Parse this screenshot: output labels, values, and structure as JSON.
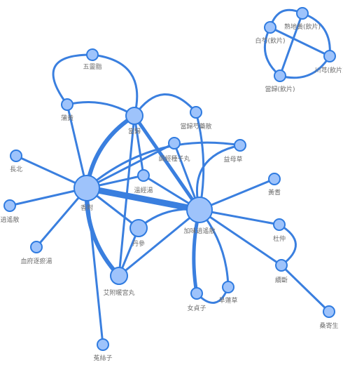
{
  "colors": {
    "edge": "#3a7fdf",
    "node_fill": "#9ec3fb",
    "node_stroke": "#2f7be0",
    "label": "#6e6e6e"
  },
  "nodes": [
    {
      "id": "wulingzhi",
      "label": "五靈脂",
      "size": "small"
    },
    {
      "id": "puhuang",
      "label": "蒲黃",
      "size": "small"
    },
    {
      "id": "danggui",
      "label": "當歸",
      "size": "medium"
    },
    {
      "id": "danggui_shaoyao",
      "label": "當歸芍藥散",
      "size": "small"
    },
    {
      "id": "yunshi",
      "label": "調經種子丸",
      "size": "small"
    },
    {
      "id": "yimucao",
      "label": "益母草",
      "size": "small"
    },
    {
      "id": "changbai",
      "label": "長北",
      "size": "small"
    },
    {
      "id": "wentang",
      "label": "溫經湯",
      "size": "small"
    },
    {
      "id": "xiangfu",
      "label": "香附",
      "size": "large"
    },
    {
      "id": "huangqi",
      "label": "黃耆",
      "size": "small"
    },
    {
      "id": "xiaoyao",
      "label": "逍遙散",
      "size": "small"
    },
    {
      "id": "jiawei",
      "label": "加味逍遙散",
      "size": "large"
    },
    {
      "id": "danshen",
      "label": "丹參",
      "size": "medium"
    },
    {
      "id": "duzhong",
      "label": "杜仲",
      "size": "small"
    },
    {
      "id": "xuefu",
      "label": "血府逐瘀湯",
      "size": "small"
    },
    {
      "id": "xuduan",
      "label": "續斷",
      "size": "small"
    },
    {
      "id": "ainfu",
      "label": "艾附暖宮丸",
      "size": "medium"
    },
    {
      "id": "nvzhenzi",
      "label": "女貞子",
      "size": "small"
    },
    {
      "id": "hanliancao",
      "label": "旱蓮草",
      "size": "small"
    },
    {
      "id": "sangjisheng",
      "label": "桑寄生",
      "size": "small"
    },
    {
      "id": "tusizi",
      "label": "菟絲子",
      "size": "small"
    },
    {
      "id": "shudi",
      "label": "熟地黃(飲片)",
      "size": "small"
    },
    {
      "id": "baishao",
      "label": "白芍(飲片)",
      "size": "small"
    },
    {
      "id": "chuanxiong",
      "label": "川芎(飲片)",
      "size": "small"
    },
    {
      "id": "danggui_yp",
      "label": "當歸(飲片)",
      "size": "small"
    }
  ],
  "edges": [
    {
      "source": "xiangfu",
      "target": "jiawei",
      "weight": 9
    },
    {
      "source": "xiangfu",
      "target": "danggui",
      "weight": 6
    },
    {
      "source": "danggui",
      "target": "jiawei",
      "weight": 5
    },
    {
      "source": "xiangfu",
      "target": "ainfu",
      "weight": 6
    },
    {
      "source": "xiangfu",
      "target": "yunshi",
      "weight": 3
    },
    {
      "source": "xiangfu",
      "target": "wentang",
      "weight": 3
    },
    {
      "source": "xiangfu",
      "target": "danshen",
      "weight": 3
    },
    {
      "source": "xiangfu",
      "target": "changbai",
      "weight": 3
    },
    {
      "source": "xiangfu",
      "target": "xiaoyao",
      "weight": 3
    },
    {
      "source": "xiangfu",
      "target": "xuefu",
      "weight": 3
    },
    {
      "source": "xiangfu",
      "target": "tusizi",
      "weight": 3
    },
    {
      "source": "xiangfu",
      "target": "yimucao",
      "weight": 3
    },
    {
      "source": "xiangfu",
      "target": "puhuang",
      "weight": 3
    },
    {
      "source": "jiawei",
      "target": "wentang",
      "weight": 3
    },
    {
      "source": "jiawei",
      "target": "danshen",
      "weight": 3
    },
    {
      "source": "jiawei",
      "target": "ainfu",
      "weight": 3
    },
    {
      "source": "jiawei",
      "target": "yunshi",
      "weight": 3
    },
    {
      "source": "jiawei",
      "target": "huangqi",
      "weight": 3
    },
    {
      "source": "jiawei",
      "target": "duzhong",
      "weight": 3
    },
    {
      "source": "jiawei",
      "target": "xuduan",
      "weight": 3
    },
    {
      "source": "jiawei",
      "target": "yimucao",
      "weight": 3
    },
    {
      "source": "jiawei",
      "target": "danggui_shaoyao",
      "weight": 3
    },
    {
      "source": "jiawei",
      "target": "nvzhenzi",
      "weight": 5
    },
    {
      "source": "jiawei",
      "target": "hanliancao",
      "weight": 3
    },
    {
      "source": "nvzhenzi",
      "target": "hanliancao",
      "weight": 3
    },
    {
      "source": "danggui",
      "target": "puhuang",
      "weight": 3
    },
    {
      "source": "danggui",
      "target": "ainfu",
      "weight": 3
    },
    {
      "source": "danggui",
      "target": "danggui_shaoyao",
      "weight": 3
    },
    {
      "source": "danggui",
      "target": "wentang",
      "weight": 3
    },
    {
      "source": "puhuang",
      "target": "wulingzhi",
      "weight": 3
    },
    {
      "source": "wulingzhi",
      "target": "danggui",
      "weight": 3
    },
    {
      "source": "danshen",
      "target": "ainfu",
      "weight": 3
    },
    {
      "source": "duzhong",
      "target": "xuduan",
      "weight": 3
    },
    {
      "source": "xuduan",
      "target": "sangjisheng",
      "weight": 3
    },
    {
      "source": "shudi",
      "target": "baishao",
      "weight": 3
    },
    {
      "source": "shudi",
      "target": "chuanxiong",
      "weight": 3
    },
    {
      "source": "shudi",
      "target": "danggui_yp",
      "weight": 3
    },
    {
      "source": "baishao",
      "target": "chuanxiong",
      "weight": 3
    },
    {
      "source": "baishao",
      "target": "danggui_yp",
      "weight": 3
    },
    {
      "source": "chuanxiong",
      "target": "danggui_yp",
      "weight": 3
    }
  ]
}
